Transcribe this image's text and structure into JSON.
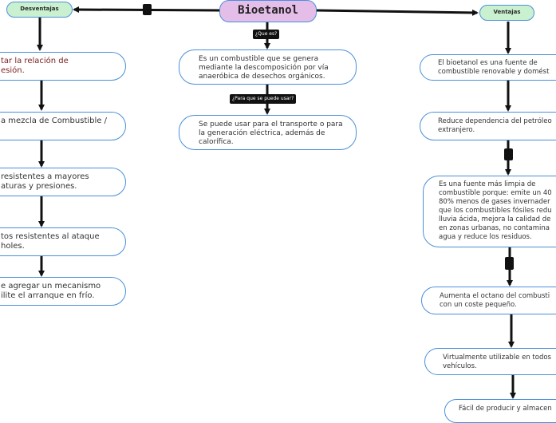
{
  "central": {
    "title": "Bioetanol"
  },
  "left": {
    "header": "Desventajas",
    "items": [
      "tar la relación de\nesión.",
      "a mezcla de Combustible /",
      "resistentes a mayores\naturas y presiones.",
      "tos resistentes al ataque\nholes.",
      "e agregar un mecanismo\nilite el arranque en frío."
    ]
  },
  "center": {
    "question1": "¿Que es?",
    "answer1": "Es un combustible que se genera mediante la descomposición por vía anaeróbica de desechos orgánicos.",
    "question2": "¿Para que se puede usar?",
    "answer2": "Se puede usar para el transporte o para la generación eléctrica, además de calorífica."
  },
  "right": {
    "header": "Ventajas",
    "items": [
      "El bioetanol es una fuente de\ncombustible renovable y domést",
      "Reduce dependencia del petróleo\nextranjero.",
      "Es una fuente más limpia de\ncombustible porque: emite un 40\n80% menos de gases invernader\nque los combustibles fósiles redu\nlluvia ácida, mejora la calidad de\nen zonas urbanas, no contamina\nagua y reduce los residuos.",
      "Aumenta el octano del combusti\ncon un coste pequeño.",
      "Virtualmente utilizable en todos\nvehículos.",
      "Fácil de producir y almacen"
    ]
  },
  "colors": {
    "border": "#4a90d9",
    "central_fill": "#e4bde8",
    "header_fill": "#c9f0cf",
    "left_text": "#7a1c1c"
  }
}
